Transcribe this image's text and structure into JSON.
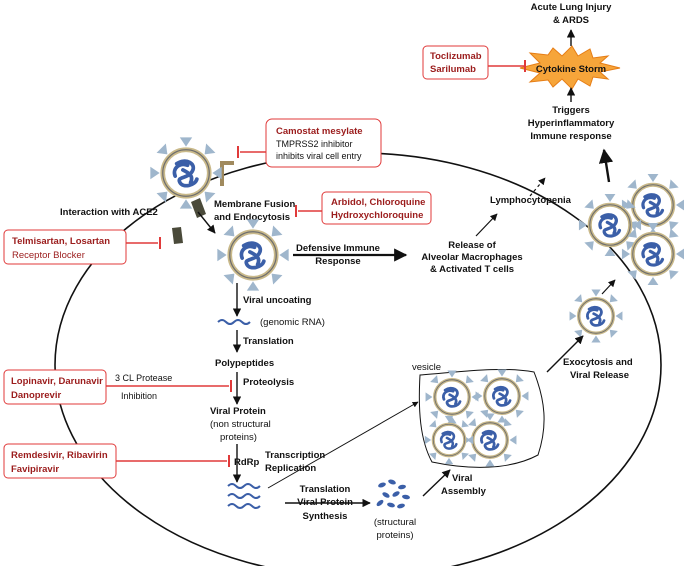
{
  "outcome": {
    "line1": "Acute Lung Injury",
    "line2": "& ARDS"
  },
  "cytokine_storm": "Cytokine Storm",
  "triggers": {
    "line1": "Triggers",
    "line2": "Hyperinflammatory",
    "line3": "Immune response"
  },
  "drugs": {
    "toclizumab": {
      "line1": "Toclizumab",
      "line2": "Sarilumab"
    },
    "camostat": {
      "line1": "Camostat mesylate",
      "line2": "TMPRSS2 inhibitor",
      "line3": "inhibits viral cell entry"
    },
    "arbidol": {
      "line1": "Arbidol, Chloroquine",
      "line2": "Hydroxychloroquine"
    },
    "telmisartan": {
      "line1": "Telmisartan, Losartan",
      "line2": "Receptor Blocker"
    },
    "lopinavir": {
      "line1": "Lopinavir, Darunavir",
      "line2": "Danoprevir"
    },
    "remdesivir": {
      "line1": "Remdesivir, Ribavirin",
      "line2": "Favipiravir"
    }
  },
  "labels": {
    "interaction_ace2": "Interaction with ACE2",
    "membrane_fusion": {
      "line1": "Membrane Fusion",
      "line2": "and Endocytosis"
    },
    "defensive": {
      "line1": "Defensive Immune",
      "line2": "Response"
    },
    "release": {
      "line1": "Release of",
      "line2": "Alveolar Macrophages",
      "line3": "& Activated T cells"
    },
    "lymphocytopenia": "Lymphocytopenia",
    "viral_uncoating": "Viral uncoating",
    "genomic_rna": "(genomic RNA)",
    "translation1": "Translation",
    "polypeptides": "Polypeptides",
    "protease": {
      "line1": "3 CL Protease",
      "line2": "Inhibition"
    },
    "proteolysis": "Proteolysis",
    "viral_protein": {
      "line1": "Viral Protein",
      "line2": "(non structural",
      "line3": "proteins)"
    },
    "rdrp": "RdRp",
    "transcription": {
      "line1": "Transcription",
      "line2": "Replication"
    },
    "translation2": {
      "line1": "Translation",
      "line2": "Viral Protein",
      "line3": "Synthesis"
    },
    "structural": {
      "line1": "(structural",
      "line2": "proteins)"
    },
    "viral_assembly": {
      "line1": "Viral",
      "line2": "Assembly"
    },
    "vesicle": "vesicle",
    "exocytosis": {
      "line1": "Exocytosis and",
      "line2": "Viral Release"
    }
  },
  "colors": {
    "drug_text": "#9b1c1c",
    "box_border": "#e03a3a",
    "inhibit": "#e03a3a",
    "virus_blue": "#3b5fa8",
    "spike": "#9fb6cc",
    "envelope": "#c9b98a",
    "storm_fill": "#f6a53a"
  }
}
